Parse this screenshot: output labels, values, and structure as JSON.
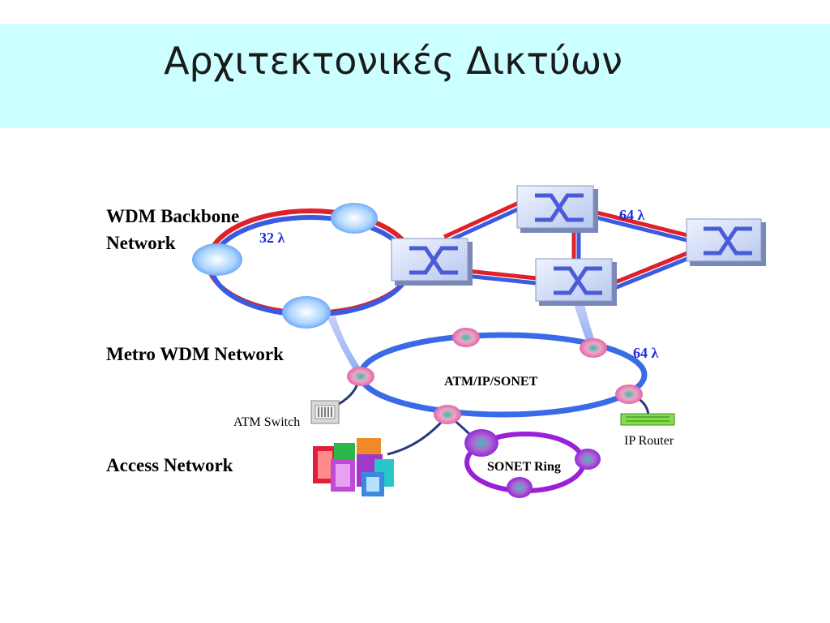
{
  "title": "Αρχιτεκτονικές Δικτύων",
  "labels": {
    "backbone": "WDM Backbone Network",
    "metro": "Metro WDM Network",
    "access": "Access Network",
    "lambda_32": "32 λ",
    "lambda_64_top": "64 λ",
    "lambda_64_metro": "64 λ",
    "atm_ip_sonet": "ATM/IP/SONET",
    "sonet_ring": "SONET Ring",
    "atm_switch": "ATM Switch",
    "ip_router": "IP Router"
  },
  "colors": {
    "title_bg": "#ccffff",
    "ring_red": "#e0202a",
    "ring_blue": "#3a5be0",
    "sonet_purple": "#9a20d8",
    "lambda_text": "#1c2ad8"
  },
  "icons": [
    "optical-node-icon",
    "wdm-switch-icon",
    "metro-node-icon",
    "sonet-node-icon",
    "atm-switch-icon",
    "ip-router-icon",
    "buildings-icon"
  ]
}
